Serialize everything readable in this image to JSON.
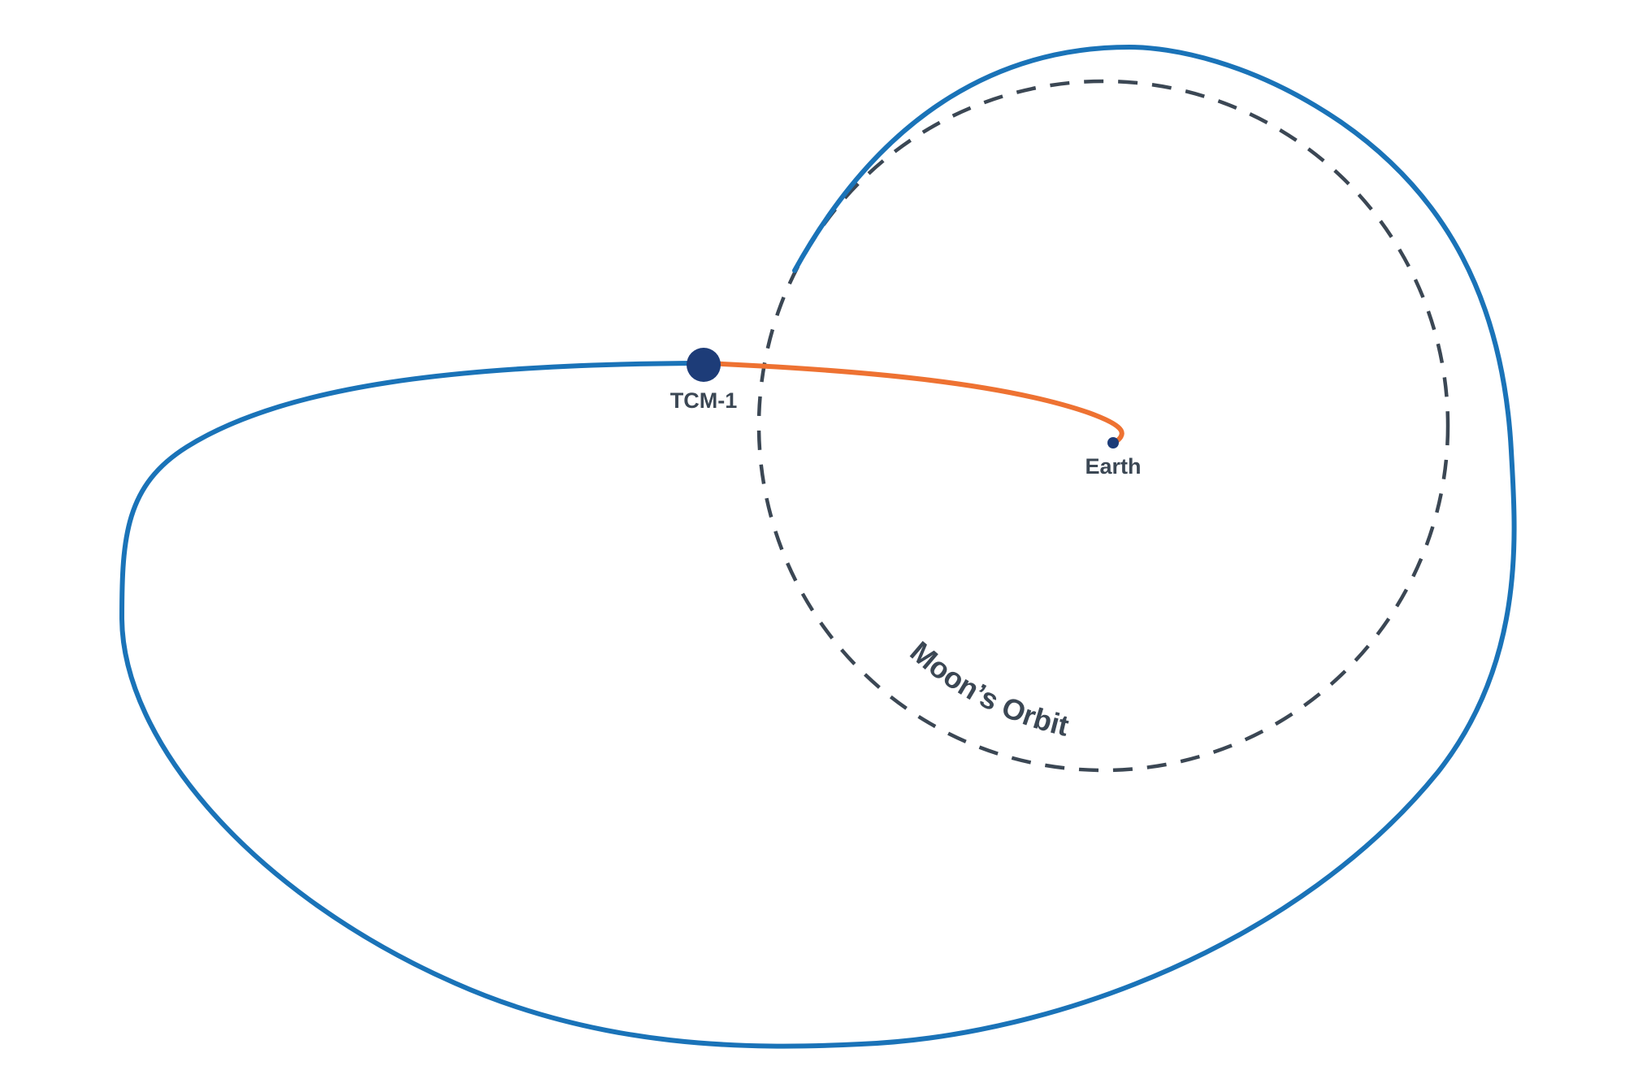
{
  "diagram": {
    "labels": {
      "tcm1": "TCM-1",
      "earth": "Earth",
      "moon_orbit": "Moon’s Orbit"
    },
    "colors": {
      "trajectory": "#1a73b8",
      "burn_arc": "#ee7232",
      "moon_orbit": "#3b4754",
      "marker": "#1d3c78",
      "text": "#3b4754",
      "background": "#ffffff"
    }
  }
}
